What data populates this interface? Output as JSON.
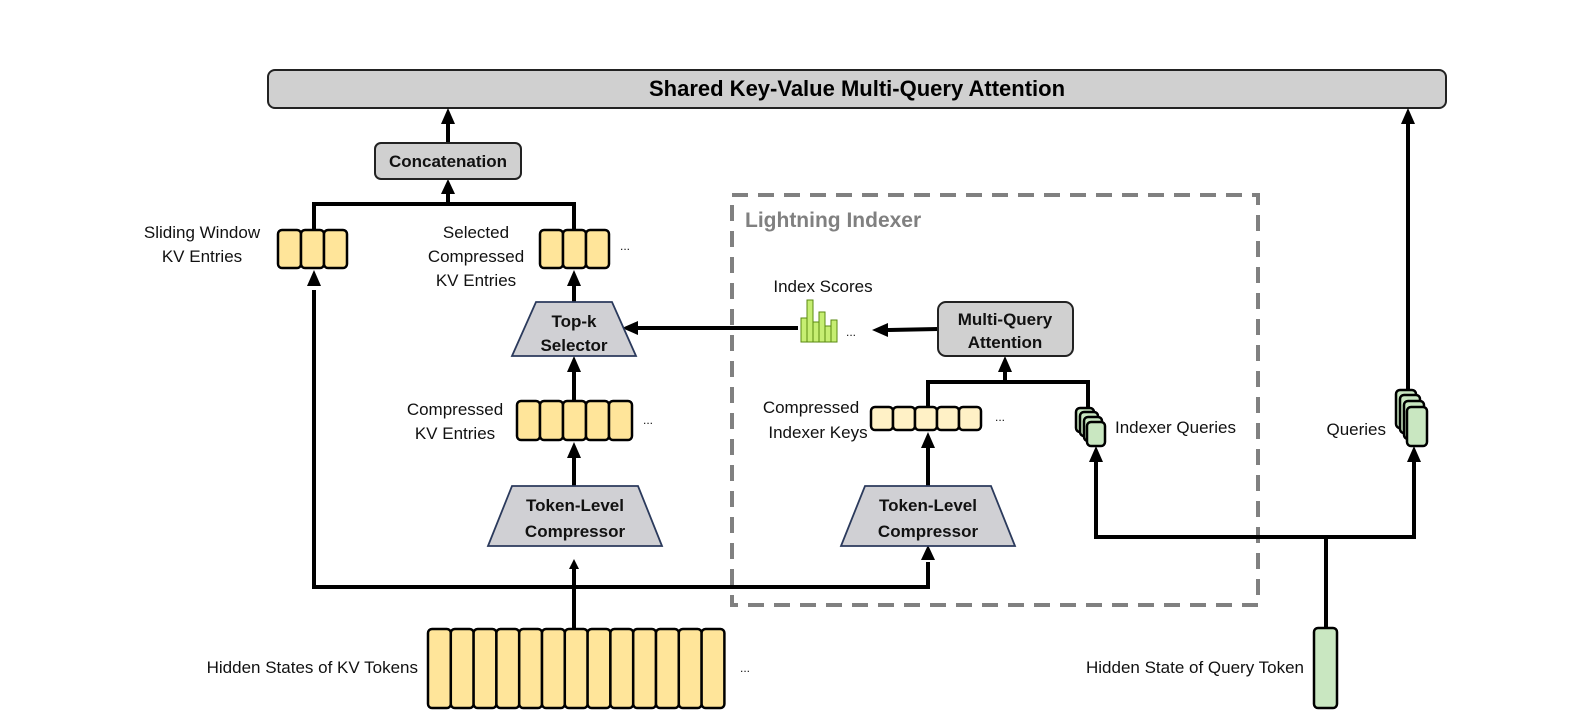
{
  "colors": {
    "kv_cell": "#ffe59a",
    "indexer_key_cell": "#fff1c6",
    "query_cell": "#c9e7c1",
    "score_bar": "#c6ee72",
    "box_fill": "#d0d0d0",
    "region_border": "#808080"
  },
  "diagram": {
    "title": "Shared Key-Value Multi-Query Attention",
    "region_label": "Lightning Indexer",
    "nodes": {
      "concatenation": "Concatenation",
      "topk_line1": "Top-k",
      "topk_line2": "Selector",
      "compressor_left_line1": "Token-Level",
      "compressor_left_line2": "Compressor",
      "compressor_right_line1": "Token-Level",
      "compressor_right_line2": "Compressor",
      "mqa_line1": "Multi-Query",
      "mqa_line2": "Attention"
    },
    "labels": {
      "sliding_line1": "Sliding Window",
      "sliding_line2": "KV Entries",
      "selected_line1": "Selected",
      "selected_line2": "Compressed",
      "selected_line3": "KV Entries",
      "compressed_line1": "Compressed",
      "compressed_line2": "KV Entries",
      "index_scores": "Index Scores",
      "indexer_keys_line1": "Compressed",
      "indexer_keys_line2": "Indexer Keys",
      "indexer_queries": "Indexer Queries",
      "queries": "Queries",
      "hidden_kv": "Hidden States of KV Tokens",
      "hidden_query": "Hidden State of Query Token",
      "ellipsis": "..."
    }
  }
}
